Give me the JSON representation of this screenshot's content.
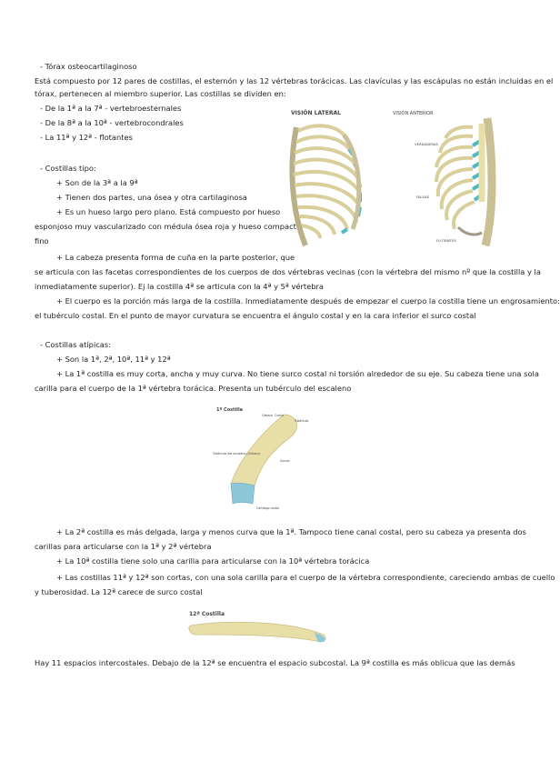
{
  "lines": {
    "h1": "- Tórax osteocartilaginoso",
    "p1a": "Está compuesto por 12 pares de costillas, el esternón y las 12 vértebras torácicas. Las clavículas y las escápulas no están incluidas en el",
    "p1b": "tórax, pertenecen al miembro superior. Las costillas se dividen en:",
    "li1": "- De la 1ª a la 7ª - vertebroesternales",
    "li2": "- De la 8ª a la 10ª - vertebrocondrales",
    "li3": "- La 11ª y 12ª - flotantes",
    "h2": "- Costillas tipo:",
    "t1": "+ Son de la 3ª a la 9ª",
    "t2": "+ Tienen dos partes, una ósea y otra cartilaginosa",
    "t3a": "+ Es un hueso largo pero plano. Está compuesto por hueso",
    "t3b": "esponjoso muy vascularizado con médula ósea roja y hueso compacto",
    "t3c": "fino",
    "t4a": "+ La cabeza presenta forma de cuña en la parte posterior, que",
    "t4b": "se articula con las facetas correspondientes de los cuerpos de dos vértebras vecinas (con la vértebra del mismo nº que la costilla y la",
    "t4c": "inmediatamente superior). Ej la costilla 4ª se articula con la 4ª y 5ª vértebra",
    "t5a": "+ El cuerpo es la porción más larga de la costilla. Inmediatamente después de empezar el cuerpo la costilla tiene un engrosamiento:",
    "t5b": "el tubérculo costal. En el punto de mayor curvatura se encuentra el ángulo costal y en la cara inferior el surco costal",
    "h3": "- Costillas atípicas:",
    "a1": "+ Son la 1ª, 2ª, 10ª, 11ª y 12ª",
    "a2a": "+ La 1ª costilla es muy corta, ancha y muy curva. No tiene surco costal ni torsión alrededor de su eje. Su cabeza tiene una sola",
    "a2b": "carilla para el cuerpo de la 1ª vértebra torácica. Presenta un tubérculo del escaleno",
    "a3a": "+ La 2ª costilla es más delgada, larga y menos curva que la 1ª. Tampoco tiene canal costal, pero su cabeza ya presenta dos",
    "a3b": "carillas para articularse con la 1ª y 2ª vértebra",
    "a4": "+ La 10ª costilla tiene solo una carilla para articularse con la 10ª vértebra torácica",
    "a5a": "+ Las costillas 11ª y 12ª son cortas, con una sola carilla para el cuerpo de la vértebra correspondiente, careciendo ambas de cuello",
    "a5b": "y tuberosidad. La 12ª carece de surco costal",
    "end": "Hay 11 espacios intercostales. Debajo de la 12ª se encuentra el espacio subcostal. La 9ª costilla es más oblicua que las demás"
  },
  "figures": {
    "lateral_title": "VISIÓN LATERAL",
    "anterior_title": "VISIÓN ANTERIOR",
    "anterior_labels": [
      "VERDADERAS",
      "FALSAS",
      "FLOTANTES"
    ],
    "rib1_title": "1ª Costilla",
    "rib1_labels": [
      "Cabeza",
      "Cuello",
      "Tubérculo",
      "Tubérculo del escaleno (Lisfranc)",
      "Surcos",
      "Cartílago costal"
    ],
    "rib12_title": "12ª Costilla"
  },
  "colors": {
    "bone": "#e7dfa7",
    "cartilage": "#4fb8c4",
    "text": "#222222"
  }
}
